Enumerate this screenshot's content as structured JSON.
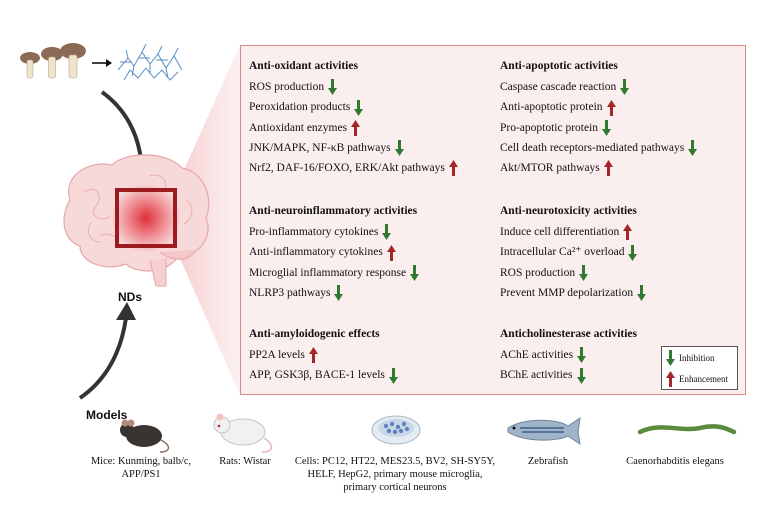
{
  "nds_label": "NDs",
  "models_title": "Models",
  "sections": {
    "antioxidant": {
      "title": "Anti-oxidant activities",
      "items": [
        {
          "text": "ROS production",
          "dir": "down"
        },
        {
          "text": "Peroxidation products",
          "dir": "down"
        },
        {
          "text": "Antioxidant enzymes",
          "dir": "up"
        },
        {
          "text": "JNK/MAPK, NF-κB pathways",
          "dir": "down"
        },
        {
          "text": "Nrf2, DAF-16/FOXO, ERK/Akt pathways",
          "dir": "up"
        }
      ]
    },
    "antiapoptotic": {
      "title": "Anti-apoptotic activities",
      "items": [
        {
          "text": "Caspase cascade reaction",
          "dir": "down"
        },
        {
          "text": "Anti-apoptotic protein",
          "dir": "up"
        },
        {
          "text": "Pro-apoptotic protein",
          "dir": "down"
        },
        {
          "text": "Cell death receptors-mediated pathways",
          "dir": "down"
        },
        {
          "text": "Akt/MTOR pathways",
          "dir": "up"
        }
      ]
    },
    "antineuroinflammatory": {
      "title": "Anti-neuroinflammatory activities",
      "items": [
        {
          "text": "Pro-inflammatory cytokines",
          "dir": "down"
        },
        {
          "text": "Anti-inflammatory cytokines",
          "dir": "up"
        },
        {
          "text": "Microglial inflammatory response",
          "dir": "down"
        },
        {
          "text": "NLRP3 pathways",
          "dir": "down"
        }
      ]
    },
    "antineurotoxicity": {
      "title": "Anti-neurotoxicity activities",
      "items": [
        {
          "text": "Induce cell differentiation",
          "dir": "up"
        },
        {
          "text": "Intracellular Ca²⁺ overload",
          "dir": "down"
        },
        {
          "text": "ROS production",
          "dir": "down"
        },
        {
          "text": "Prevent MMP depolarization",
          "dir": "down"
        }
      ]
    },
    "antiamyloidogenic": {
      "title": "Anti-amyloidogenic effects",
      "items": [
        {
          "text": "PP2A levels",
          "dir": "up"
        },
        {
          "text": "APP, GSK3β, BACE-1 levels",
          "dir": "down"
        }
      ]
    },
    "anticholinesterase": {
      "title": "Anticholinesterase activities",
      "items": [
        {
          "text": "AChE  activities",
          "dir": "down"
        },
        {
          "text": "BChE  activities",
          "dir": "down"
        }
      ]
    }
  },
  "legend": {
    "inhibition": "Inhibition",
    "enhancement": "Enhancement"
  },
  "colors": {
    "down_arrow": "#2f7a2f",
    "up_arrow": "#a3262a",
    "panel_bg": "#fbeeee",
    "panel_border": "#d98b8b"
  },
  "models": {
    "mice": "Mice: Kunming, balb/c, APP/PS1",
    "rats": "Rats: Wistar",
    "cells": "Cells: PC12, HT22, MES23.5, BV2, SH-SY5Y,  HELF,  HepG2,  primary mouse microglia, primary cortical neurons",
    "zebrafish": "Zebrafish",
    "celegans": "Caenorhabditis elegans"
  }
}
